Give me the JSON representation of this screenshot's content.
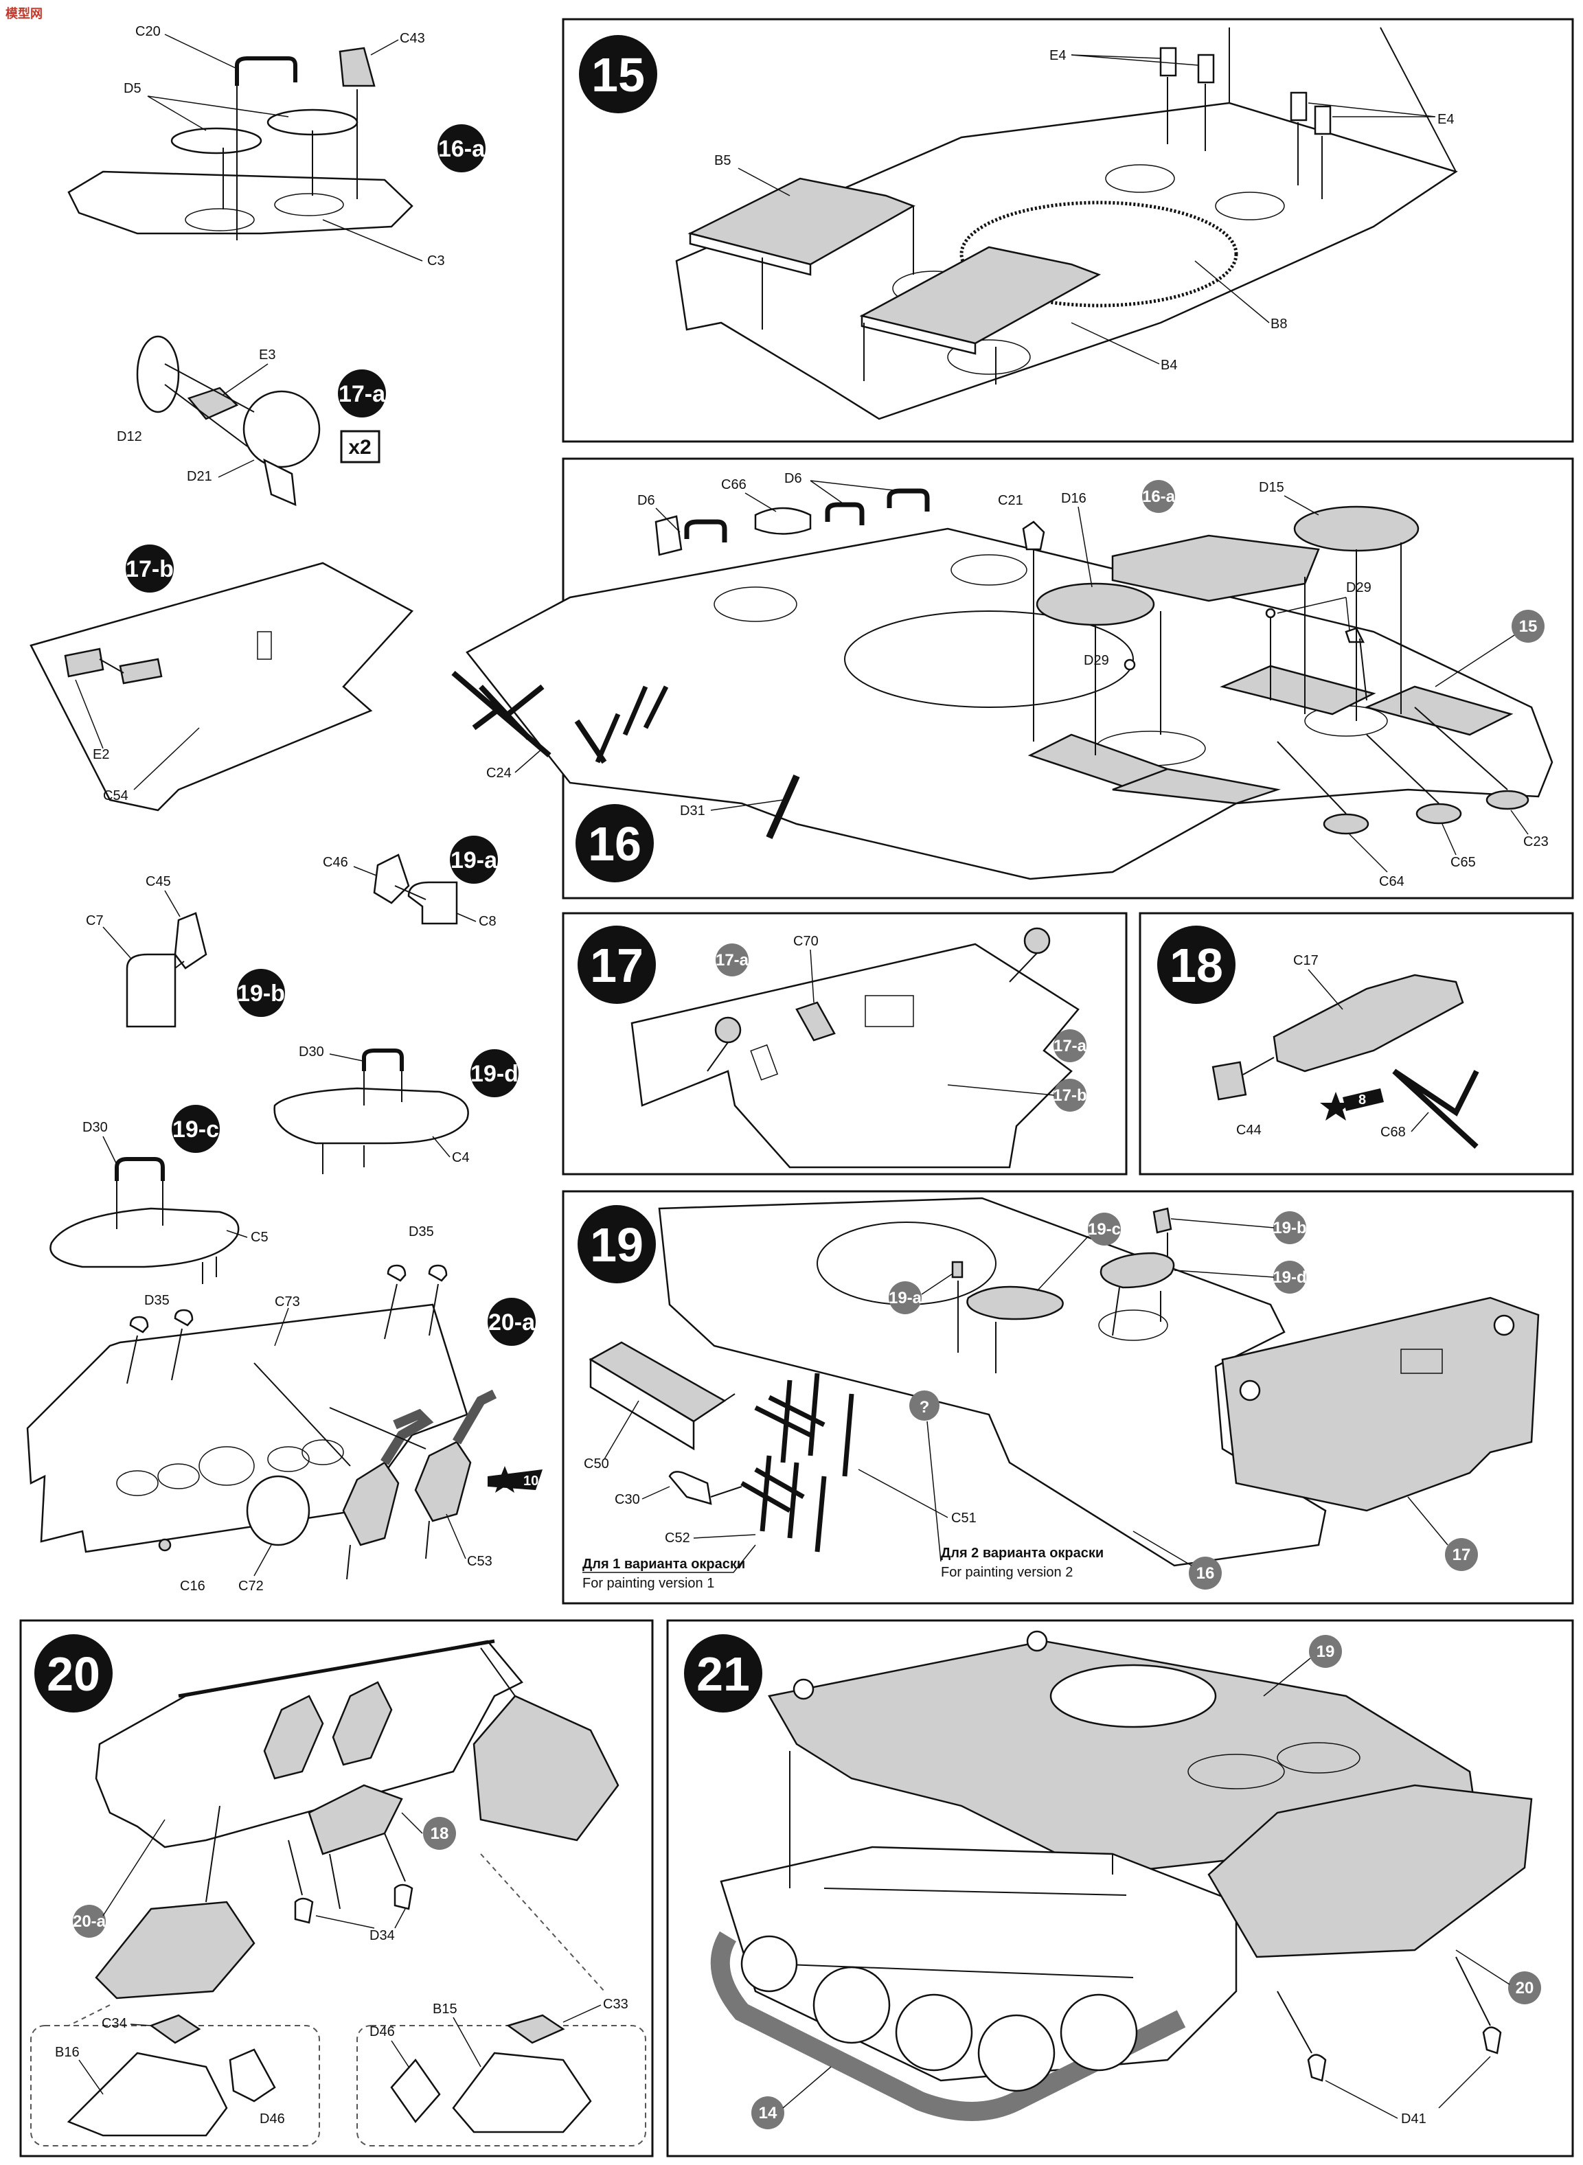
{
  "watermark": {
    "text": "模型网"
  },
  "step15": {
    "number": "15",
    "labels": {
      "e4a": "E4",
      "e4b": "E4",
      "b5": "B5",
      "b8": "B8",
      "b4": "B4"
    }
  },
  "step16a": {
    "badge": "16-a",
    "labels": {
      "c20": "C20",
      "c43": "C43",
      "d5": "D5",
      "c3": "C3"
    }
  },
  "step17a": {
    "badge": "17-a",
    "multiplier": "x2",
    "labels": {
      "e3": "E3",
      "d12": "D12",
      "d21": "D21"
    }
  },
  "step17b": {
    "badge": "17-b",
    "labels": {
      "e2": "E2",
      "c54": "C54"
    }
  },
  "step16": {
    "number": "16",
    "labels": {
      "d6a": "D6",
      "c66": "C66",
      "d6b": "D6",
      "c21": "C21",
      "d16": "D16",
      "d15": "D15",
      "d29a": "D29",
      "d29b": "D29",
      "c24": "C24",
      "d31": "D31",
      "c64": "C64",
      "c65": "C65",
      "c23": "C23"
    },
    "refs": {
      "r16a": "16-a",
      "r15": "15"
    }
  },
  "step19a": {
    "badge": "19-a",
    "labels": {
      "c46": "C46",
      "c8": "C8"
    }
  },
  "step19b": {
    "badge": "19-b",
    "labels": {
      "c45": "C45",
      "c7": "C7"
    }
  },
  "step19d": {
    "badge": "19-d",
    "labels": {
      "d30": "D30",
      "c4": "C4"
    }
  },
  "step19c": {
    "badge": "19-c",
    "labels": {
      "d30": "D30",
      "c5": "C5"
    }
  },
  "step20a": {
    "badge": "20-a",
    "labels": {
      "d35a": "D35",
      "d35b": "D35",
      "c73": "C73",
      "c16": "C16",
      "c72": "C72",
      "c53": "C53"
    },
    "star": "10"
  },
  "step17": {
    "number": "17",
    "labels": {
      "c70": "C70"
    },
    "refs": {
      "r17a1": "17-a",
      "r17a2": "17-a",
      "r17b": "17-b"
    }
  },
  "step18": {
    "number": "18",
    "labels": {
      "c17": "C17",
      "c44": "C44",
      "c68": "C68"
    },
    "star": "8"
  },
  "step19": {
    "number": "19",
    "labels": {
      "c50": "C50",
      "c30": "C30",
      "c52": "C52",
      "c51": "C51"
    },
    "refs": {
      "r19c": "19-c",
      "r19b": "19-b",
      "r19a": "19-a",
      "r19d": "19-d",
      "r16": "16",
      "r17": "17"
    },
    "question": "?",
    "version1_ru": "Для 1 варианта окраски",
    "version1_en": "For painting version 1",
    "version2_ru": "Для 2 варианта окраски",
    "version2_en": "For painting version 2"
  },
  "step20": {
    "number": "20",
    "labels": {
      "d34": "D34",
      "c34": "C34",
      "b16": "B16",
      "d46a": "D46",
      "b15": "B15",
      "c33": "C33",
      "d46b": "D46"
    },
    "refs": {
      "r20a": "20-a",
      "r18": "18"
    }
  },
  "step21": {
    "number": "21",
    "labels": {
      "d41": "D41"
    },
    "refs": {
      "r19": "19",
      "r20": "20",
      "r14": "14"
    }
  }
}
